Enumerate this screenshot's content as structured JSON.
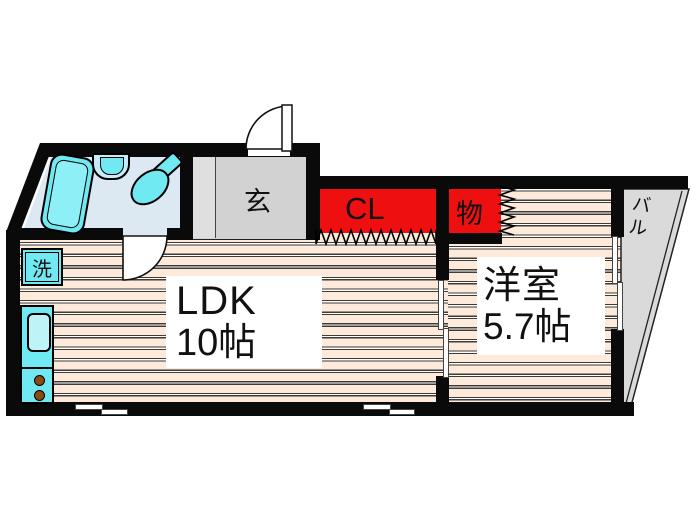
{
  "plan": {
    "ldk": {
      "name": "LDK",
      "area": "10帖"
    },
    "western_room": {
      "name": "洋室",
      "area": "5.7帖"
    },
    "entrance_label": "玄",
    "closet_label": "CL",
    "storage_label": "物",
    "balcony_label": "バル",
    "laundry_label": "洗"
  },
  "colors": {
    "wall": "#0a0a0a",
    "floor_stripe": "#fdeadb",
    "bathroom_floor": "#dce9f3",
    "fixture_cyan": "#70e9f2",
    "entrance_gray": "#d5d5d5",
    "closet_red": "#ee1010",
    "balcony_gray": "#dadada",
    "label_bg": "#ffffff"
  }
}
